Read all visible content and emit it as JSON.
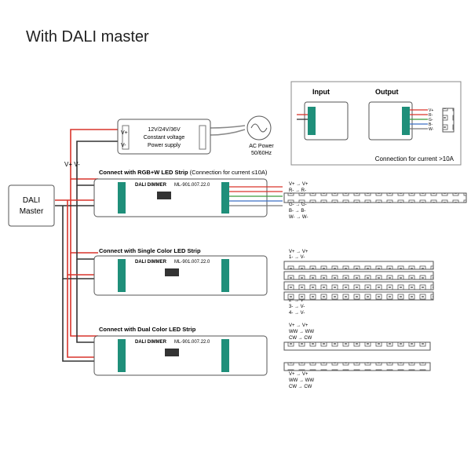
{
  "title": "With DALI master",
  "dali_master": {
    "line1": "DALI",
    "line2": "Master"
  },
  "power_supply": {
    "line1": "12V/24V/36V",
    "line2": "Constant voltage",
    "line3": "Power supply",
    "vplus": "V+",
    "vminus": "V-"
  },
  "ac_power": {
    "line1": "AC Power",
    "line2": "50/60Hz"
  },
  "vplus_vminus_label": "V+  V-",
  "inset": {
    "input_label": "Input",
    "output_label": "Output",
    "caption": "Connection for current >10A",
    "pins": [
      "V+",
      "R-",
      "G-",
      "B-",
      "W-"
    ]
  },
  "dimmers": [
    {
      "heading": "Connect with RGB+W LED Strip",
      "note": "(Connection for current ≤10A)",
      "name": "DALI DIMMER",
      "model": "ML-901.007.22.0",
      "pins": [
        "V+ → V+",
        "R- → R-",
        "G- → G-",
        "B- → B-",
        "W- → W-"
      ]
    },
    {
      "heading": "Connect with Single Color LED Strip",
      "note": "",
      "name": "DALI DIMMER",
      "model": "ML-901.007.22.0",
      "pins_top": [
        "V+ → V+",
        "1- → V-"
      ],
      "pins_bottom": [
        "2- → V-",
        "3- → V-",
        "4- → V-"
      ]
    },
    {
      "heading": "Connect with Dual Color LED Strip",
      "note": "",
      "name": "DALI DIMMER",
      "model": "ML-901.007.22.0",
      "pins_top": [
        "V+ → V+",
        "WW → WW",
        "CW → CW"
      ],
      "pins_bottom": [
        "V+ → V+",
        "WW → WW",
        "CW → CW"
      ]
    }
  ],
  "colors": {
    "red_wire": "#d9342b",
    "black_wire": "#333333",
    "teal": "#1f8f7a",
    "green_wire": "#3a9b3a",
    "blue_wire": "#3a6fc4",
    "device_outline": "#666666",
    "led_strip": "#f4f4f4"
  }
}
